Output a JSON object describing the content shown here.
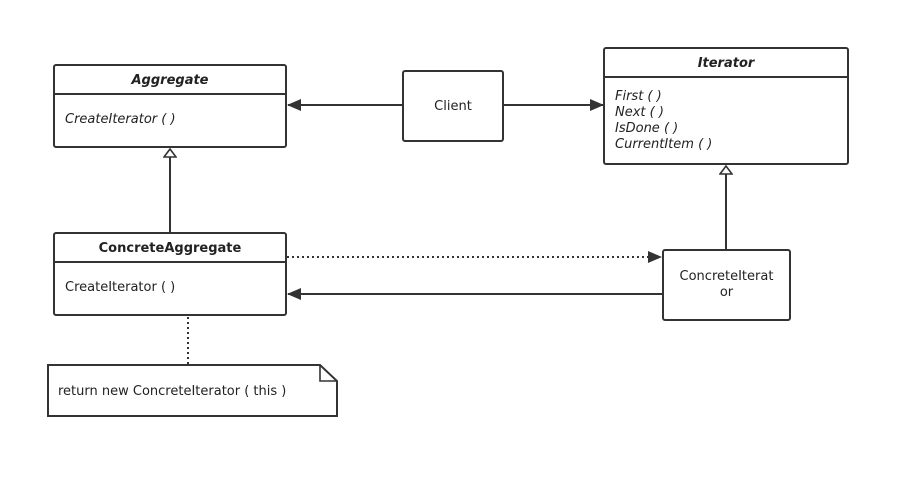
{
  "aggregate": {
    "name": "Aggregate",
    "operations": [
      "CreateIterator ( )"
    ]
  },
  "client": {
    "name": "Client"
  },
  "iterator": {
    "name": "Iterator",
    "operations": [
      "First ( )",
      "Next ( )",
      "IsDone ( )",
      "CurrentItem ( )"
    ]
  },
  "concrete_aggregate": {
    "name": "ConcreteAggregate",
    "operations": [
      "CreateIterator ( )"
    ]
  },
  "concrete_iterator": {
    "name_line1": "ConcreteIterat",
    "name_line2": "or"
  },
  "note": {
    "text": "return new ConcreteIterator ( this )"
  },
  "colors": {
    "line": "#333333",
    "background": "#ffffff"
  }
}
